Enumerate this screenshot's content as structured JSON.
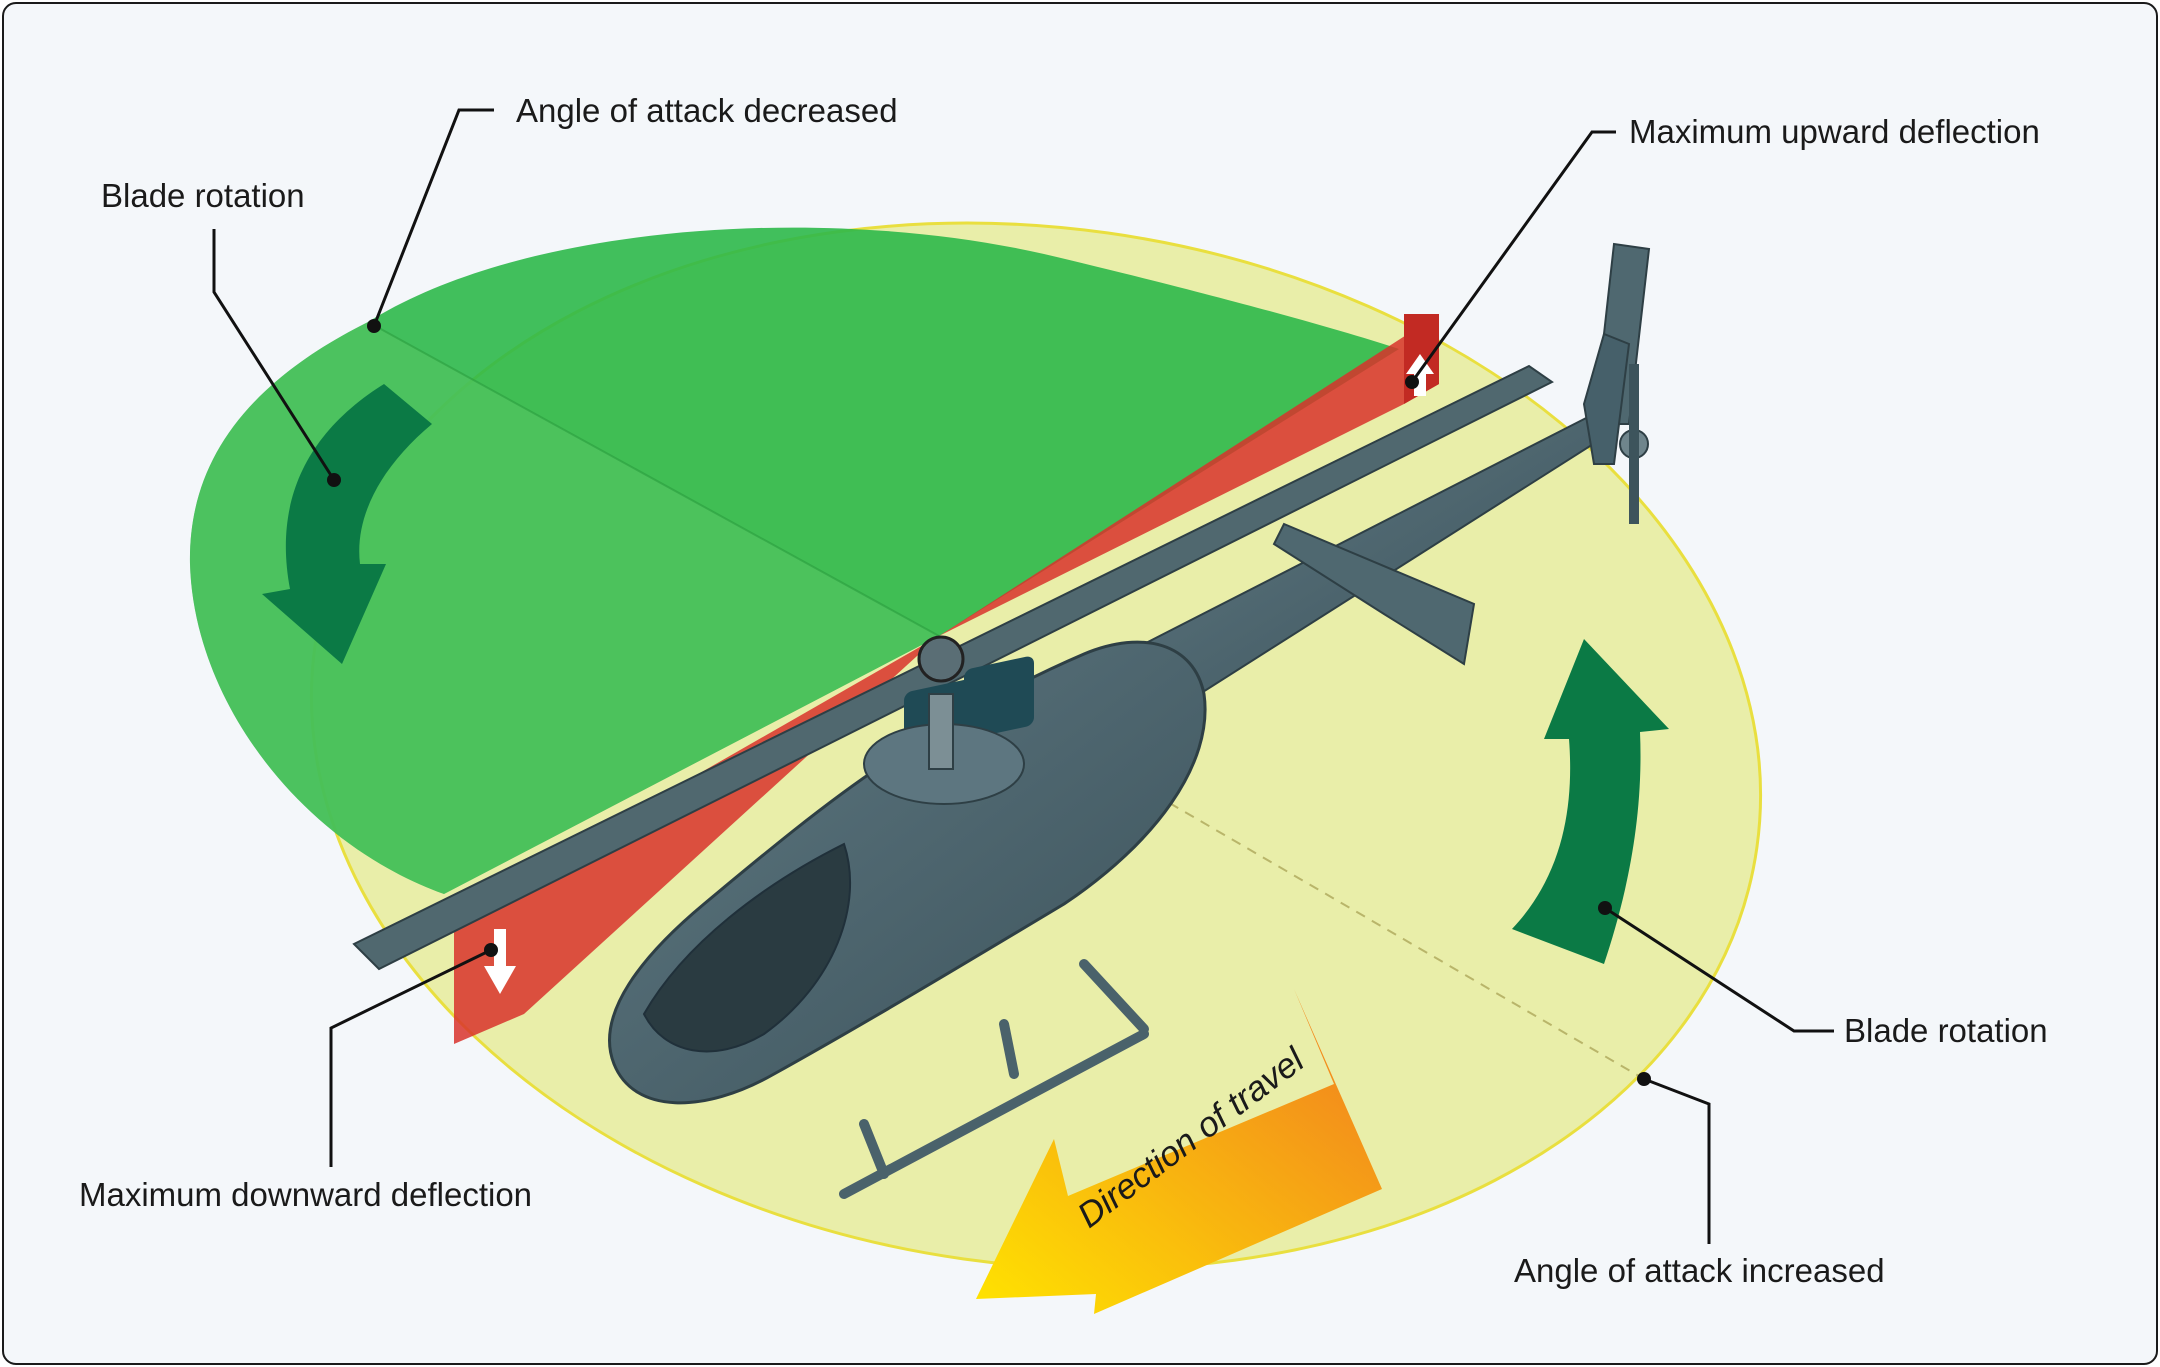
{
  "labels": {
    "angle_decreased": "Angle of attack decreased",
    "blade_rotation_left": "Blade rotation",
    "max_upward": "Maximum upward deflection",
    "max_downward": "Maximum downward deflection",
    "blade_rotation_right": "Blade rotation",
    "angle_increased": "Angle of attack increased",
    "direction_of_travel": "Direction of travel"
  },
  "colors": {
    "background": "#f4f7fa",
    "retreating_disc": "#2db84a",
    "advancing_disc": "#e6ec9a",
    "disc_outline": "#e9df3f",
    "deflection": "#d8332b",
    "rotation_arrow": "#0b7a45",
    "travel_arrow_start": "#f07a22",
    "travel_arrow_end": "#ffe400",
    "helicopter_body": "#4d6670"
  },
  "icons": [
    "rotation-arrow-icon",
    "deflection-arrow-icon",
    "travel-arrow-icon"
  ]
}
